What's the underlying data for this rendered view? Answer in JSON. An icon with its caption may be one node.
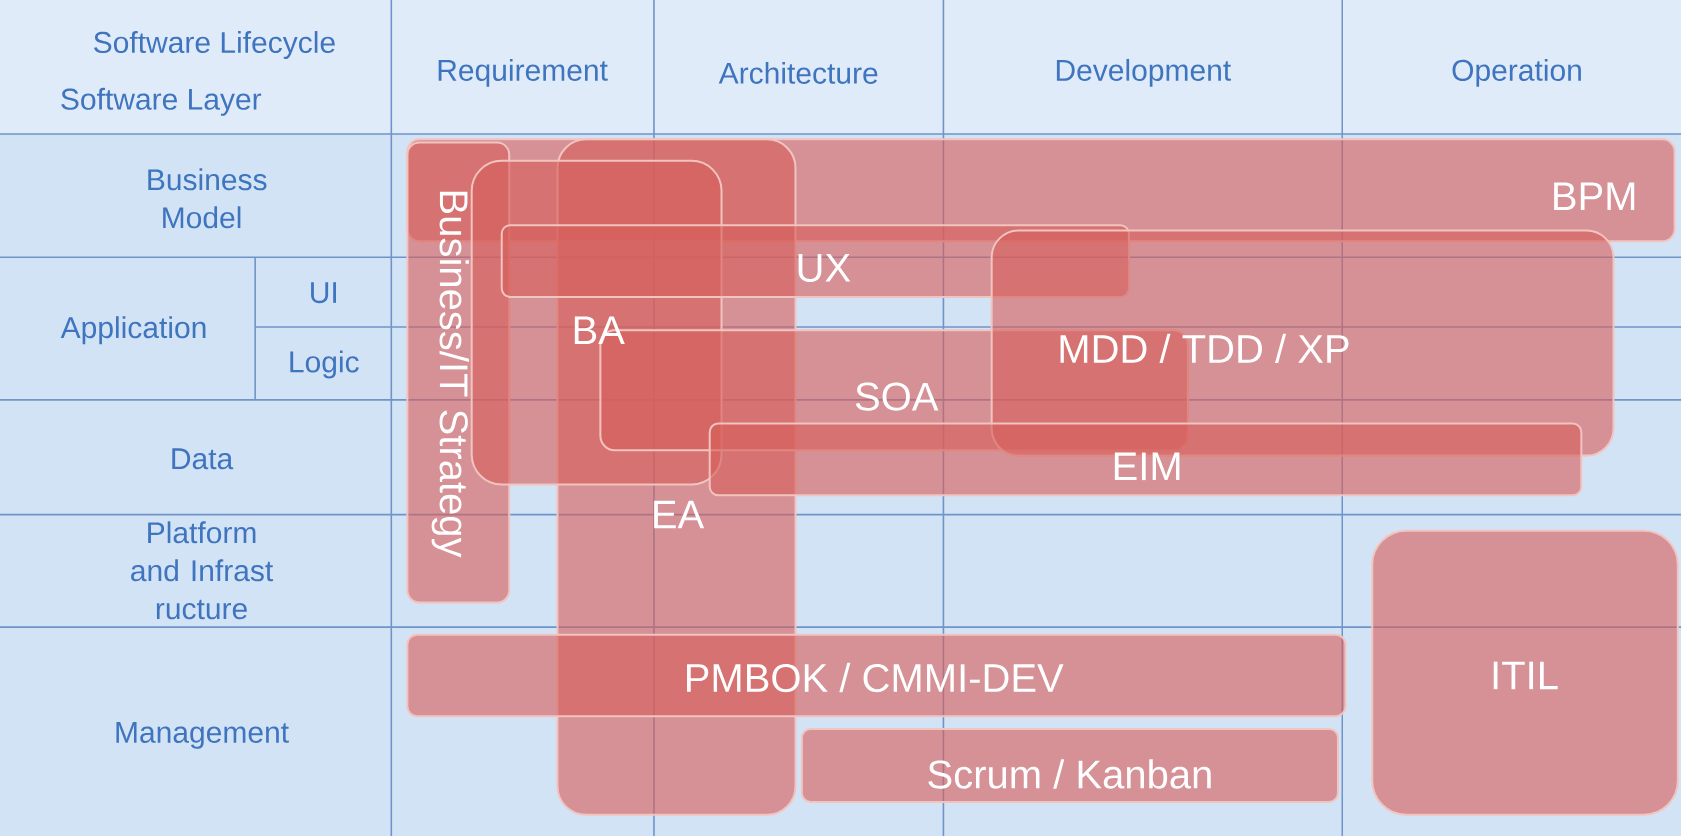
{
  "diagram": {
    "nodes": [
      {
        "text": [
          "BPM"
        ]
      },
      {
        "text": [
          "Business/IT Strategy"
        ]
      },
      {
        "text": [
          "EA"
        ]
      },
      {
        "text": [
          "BA"
        ]
      },
      {
        "text": [
          "UX"
        ]
      },
      {
        "text": [
          "SOA"
        ]
      },
      {
        "text": [
          "MDD / TDD / XP"
        ]
      },
      {
        "text": [
          "EIM"
        ]
      },
      {
        "text": [
          "ITIL"
        ]
      },
      {
        "text": [
          "PMBOK / CMMI-DEV"
        ]
      },
      {
        "text": [
          "Scrum / Kanban"
        ]
      }
    ],
    "labels": [
      "Software Lifecycle",
      "Requirement",
      "Architecture",
      "Development",
      "Operation",
      "Software Layer",
      "Business Model",
      "UI",
      "Application",
      "Logic",
      "Data",
      "Platform and Infrast ructure",
      "Management"
    ]
  }
}
